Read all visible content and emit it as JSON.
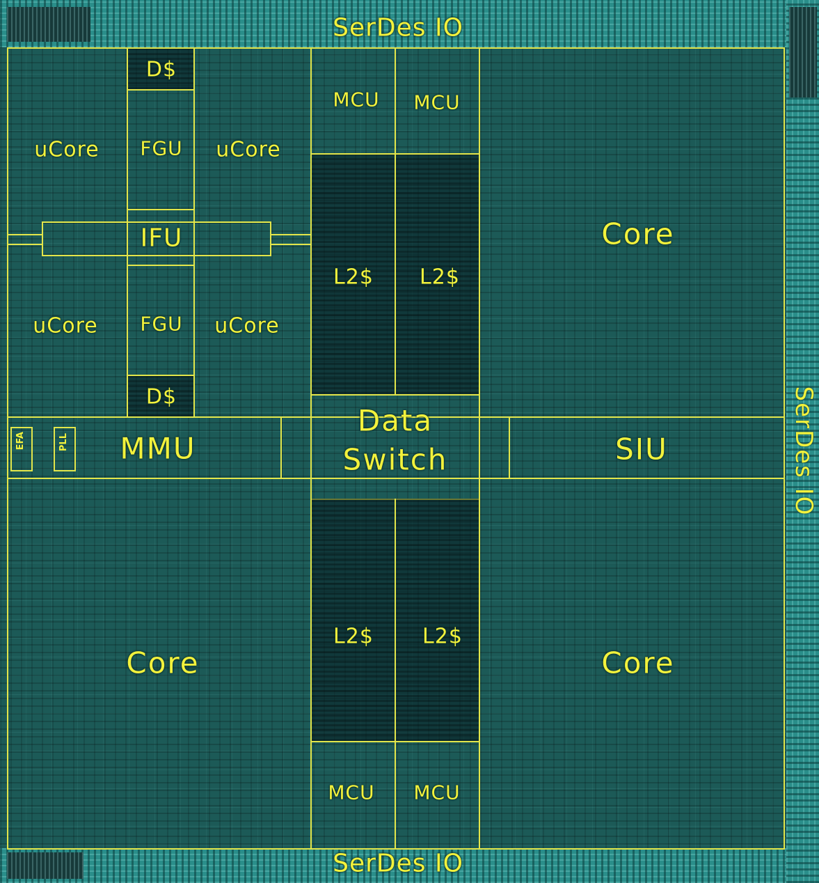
{
  "io": {
    "top": "SerDes IO",
    "bottom": "SerDes IO",
    "right": "SerDes IO"
  },
  "quadrant_top_left": {
    "dcache_top": "D$",
    "dcache_bottom": "D$",
    "fgu_top": "FGU",
    "fgu_bottom": "FGU",
    "ifu": "IFU",
    "ucore_tl": "uCore",
    "ucore_tr": "uCore",
    "ucore_bl": "uCore",
    "ucore_br": "uCore"
  },
  "center_top": {
    "mcu_left": "MCU",
    "mcu_right": "MCU",
    "l2_left": "L2$",
    "l2_right": "L2$"
  },
  "middle_row": {
    "efa": "EFA",
    "pll": "PLL",
    "mmu": "MMU",
    "data_switch_line1": "Data",
    "data_switch_line2": "Switch",
    "siu": "SIU"
  },
  "center_bottom": {
    "l2_left": "L2$",
    "l2_right": "L2$",
    "mcu_left": "MCU",
    "mcu_right": "MCU"
  },
  "cores": {
    "top_right": "Core",
    "bottom_left": "Core",
    "bottom_right": "Core"
  },
  "colors": {
    "label": "#f2f23c",
    "outline": "#e3e64a",
    "die": "#1c5a57",
    "io_band": "#2a8e8a"
  }
}
